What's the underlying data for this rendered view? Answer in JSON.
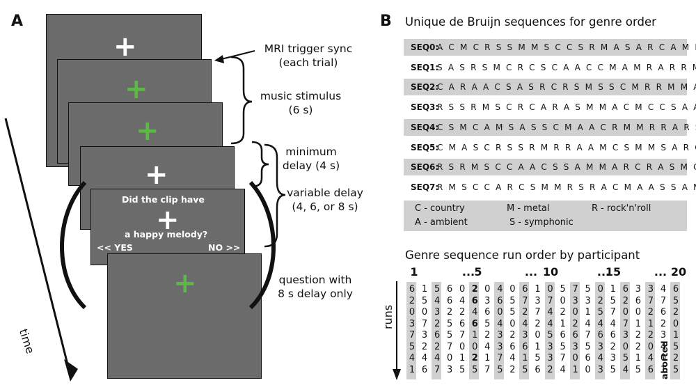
{
  "panelA": {
    "letter": "A",
    "screens": [
      {
        "plus_color": "white"
      },
      {
        "plus_color": "green"
      },
      {
        "plus_color": "green"
      },
      {
        "plus_color": "white"
      },
      {
        "plus_color": "white",
        "question_line1": "Did the clip have",
        "question_line2": "a happy melody?",
        "yes_label": "<< YES",
        "no_label": "NO >>"
      },
      {
        "plus_color": "green"
      }
    ],
    "labels": {
      "trigger_l1": "MRI trigger sync",
      "trigger_l2": "(each trial)",
      "music_l1": "music stimulus",
      "music_l2": "(6 s)",
      "min_l1": "minimum",
      "min_l2": "delay (4 s)",
      "var_l1": "variable delay",
      "var_l2": "(4, 6, or 8 s)",
      "question_l1": "question with",
      "question_l2": "8 s delay only",
      "time": "time"
    },
    "colors": {
      "screen": "#6b6b6b",
      "green_plus": "#5cb946",
      "white_plus": "#ffffff"
    }
  },
  "panelB": {
    "letter": "B",
    "seq_title": "Unique de Bruijn sequences for genre order",
    "sequences": [
      {
        "name": "SEQ0:",
        "value": "A C M C R S S M M S C C S R M A S A R C A M R R A"
      },
      {
        "name": "SEQ1:",
        "value": "S A S R S M C R C S C A A C C M A M R A R R M M S"
      },
      {
        "name": "SEQ2:",
        "value": "C A R A A C S A S R C R S M S S C M R R M M A M C"
      },
      {
        "name": "SEQ3:",
        "value": "R S S R M S C R C A R A S M M A C M C C S A A M R"
      },
      {
        "name": "SEQ4:",
        "value": "C S M C A M S A S S C M A A C R M M R R A R S R C"
      },
      {
        "name": "SEQ5:",
        "value": "C M A S C R S S R M R R A A M C S M M S A R C A C"
      },
      {
        "name": "SEQ6:",
        "value": "R S R M S C C A A C S S A M M A R C R A S M C M R"
      },
      {
        "name": "SEQ7:",
        "value": "R M S C C A R C S M M R S R A C M A A S S A M C R"
      }
    ],
    "legend": {
      "country": "C - country",
      "metal": "M - metal",
      "rock": "R - rock'n'roll",
      "ambient": "A - ambient",
      "symphonic": "S - symphonic"
    },
    "run_title": "Genre sequence run order by participant",
    "run_headers": [
      "1",
      "...",
      "5",
      "...",
      "10",
      "...",
      "15",
      "...",
      "20"
    ],
    "runs_label": "runs",
    "aborted_label": "aborted",
    "participants": [
      [
        "6",
        "2",
        "0",
        "3",
        "7",
        "5",
        "4",
        "1"
      ],
      [
        "1",
        "5",
        "0",
        "7",
        "3",
        "2",
        "4",
        "6"
      ],
      [
        "5",
        "4",
        "3",
        "2",
        "6",
        "2",
        "4",
        "7"
      ],
      [
        "6",
        "6",
        "2",
        "5",
        "5",
        "7",
        "0",
        "3"
      ],
      [
        "0",
        "4",
        "2",
        "6",
        "7",
        "0",
        "1",
        "5"
      ],
      [
        "2",
        "6",
        "4",
        "6",
        "1",
        "0",
        "2",
        "5"
      ],
      [
        "0",
        "3",
        "6",
        "5",
        "2",
        "4",
        "1",
        "7"
      ],
      [
        "4",
        "6",
        "0",
        "4",
        "3",
        "3",
        "7",
        "5"
      ],
      [
        "0",
        "5",
        "5",
        "0",
        "2",
        "6",
        "4",
        "2"
      ],
      [
        "6",
        "7",
        "2",
        "4",
        "3",
        "6",
        "1",
        "5"
      ],
      [
        "1",
        "3",
        "7",
        "2",
        "0",
        "1",
        "5",
        "6"
      ],
      [
        "0",
        "7",
        "4",
        "4",
        "5",
        "3",
        "3",
        "2"
      ],
      [
        "5",
        "0",
        "2",
        "1",
        "6",
        "5",
        "7",
        "4"
      ],
      [
        "7",
        "3",
        "0",
        "2",
        "6",
        "3",
        "0",
        "1"
      ],
      [
        "5",
        "3",
        "1",
        "4",
        "7",
        "5",
        "6",
        "0"
      ],
      [
        "0",
        "2",
        "5",
        "4",
        "6",
        "3",
        "4",
        "3"
      ],
      [
        "1",
        "5",
        "7",
        "4",
        "6",
        "2",
        "3",
        "5"
      ],
      [
        "6",
        "2",
        "0",
        "7",
        "3",
        "0",
        "5",
        "4"
      ],
      [
        "3",
        "6",
        "0",
        "1",
        "2",
        "2",
        "1",
        "5"
      ],
      [
        "3",
        "7",
        "2",
        "1",
        "2",
        "0",
        "4",
        "6"
      ],
      [
        "4",
        "7",
        "6",
        "2",
        "3",
        "4",
        "0",
        "1"
      ],
      [
        "6",
        "5",
        "2",
        "0",
        "1",
        "5",
        "2",
        "5"
      ]
    ],
    "bold_cells": [
      [
        5,
        0
      ],
      [
        5,
        1
      ],
      [
        5,
        3
      ],
      [
        5,
        6
      ]
    ],
    "shaded_columns": [
      0,
      2,
      5,
      7,
      9,
      11,
      13,
      15,
      17,
      19,
      21
    ]
  }
}
